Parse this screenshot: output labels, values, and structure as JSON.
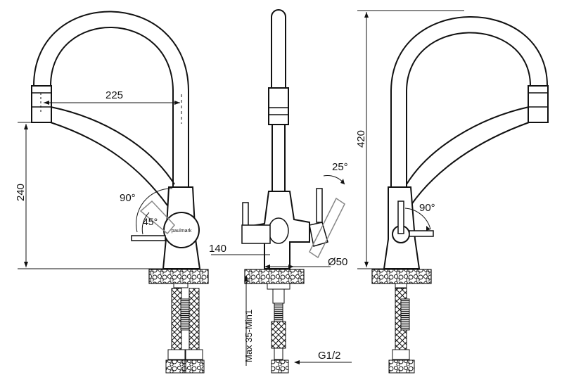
{
  "labels": {
    "dim_225": "225",
    "dim_240": "240",
    "angle_90_left": "90°",
    "angle_45": "45°",
    "brand": "paulmark",
    "dim_140": "140",
    "angle_25": "25°",
    "dia_50": "Ø50",
    "thread": "G1/2",
    "max_thickness": "Max 35-Min1",
    "dim_420": "420",
    "angle_90_right": "90°"
  },
  "colors": {
    "line": "#111111",
    "background": "#ffffff"
  }
}
